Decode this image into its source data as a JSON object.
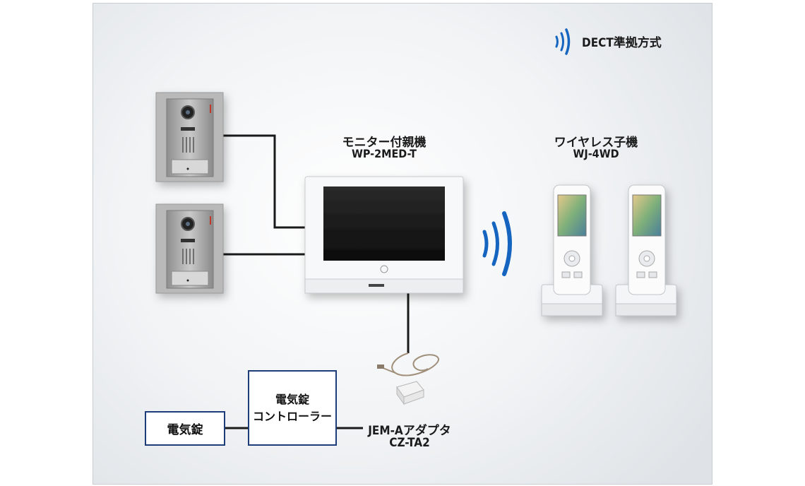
{
  "legend": {
    "icon": "wireless-waves-icon",
    "label": "DECT準拠方式"
  },
  "devices": {
    "door_station_1": {
      "icon": "door-station-icon"
    },
    "door_station_2": {
      "icon": "door-station-icon"
    },
    "monitor": {
      "name": "モニター付親機",
      "model": "WP-2MED-T"
    },
    "wireless_handset": {
      "name": "ワイヤレス子機",
      "model": "WJ-4WD"
    },
    "adapter": {
      "name": "JEM-Aアダプタ",
      "model": "CZ-TA2"
    },
    "controller": {
      "line1": "電気錠",
      "line2": "コントローラー"
    },
    "electric_lock": {
      "label": "電気錠"
    }
  },
  "colors": {
    "wave": "#1565c0",
    "box_border": "#1c3d7a",
    "wire": "#1a1a1a"
  }
}
